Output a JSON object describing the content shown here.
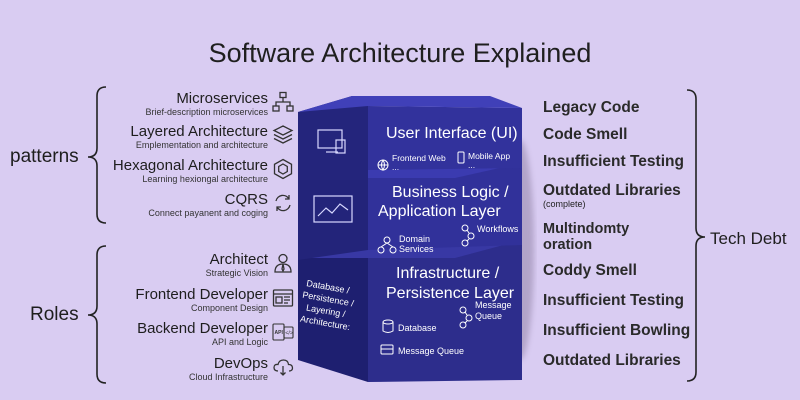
{
  "title": "Software Architecture Explained",
  "patterns": {
    "label": "patterns",
    "items": [
      {
        "name": "Microservices",
        "sub": "Brief-description microservices",
        "icon": "hierarchy-icon"
      },
      {
        "name": "Layered Architecture",
        "sub": "Emplementation and architecture",
        "icon": "layers-icon"
      },
      {
        "name": "Hexagonal Architecture",
        "sub": "Learning hexiongal architecture",
        "icon": "hexagon-icon"
      },
      {
        "name": "CQRS",
        "sub": "Connect payanent and coging",
        "icon": "sync-arrows-icon"
      }
    ]
  },
  "roles": {
    "label": "Roles",
    "items": [
      {
        "name": "Architect",
        "sub": "Strategic Vision",
        "icon": "person-icon"
      },
      {
        "name": "Frontend Developer",
        "sub": "Component Design",
        "icon": "browser-window-icon"
      },
      {
        "name": "Backend Developer",
        "sub": "API and Logic",
        "icon": "api-code-icon"
      },
      {
        "name": "DevOps",
        "sub": "Cloud Infrastructure",
        "icon": "cloud-icon"
      }
    ]
  },
  "layers": {
    "ui": {
      "title_line1": "User Interface (UI)",
      "frontend": "Frontend Web",
      "mobile": "Mobile App",
      "ellipsis": "..."
    },
    "business": {
      "title_line1": "Business Logic /",
      "title_line2": "Application Layer",
      "domain_line1": "Domain",
      "domain_line2": "Services",
      "workflows": "Workflows"
    },
    "infra": {
      "title_line1": "Infrastructure /",
      "title_line2": "Persistence Layer",
      "database": "Database",
      "mq_line1": "Message",
      "mq_line2": "Queue",
      "message_queue": "Message Queue"
    },
    "side_text": [
      "Database /",
      "Persistence /",
      "Layering /",
      "Architecture:"
    ]
  },
  "tech_debt": {
    "label": "Tech Debt",
    "items": [
      {
        "name": "Legacy Code"
      },
      {
        "name": "Code Smell"
      },
      {
        "name": "Insufficient Testing"
      },
      {
        "name": "Outdated Libraries",
        "sub": "(complete)"
      },
      {
        "name": "Multindomty",
        "name2": "oration"
      },
      {
        "name": "Coddy Smell"
      },
      {
        "name": "Insufficient Testing"
      },
      {
        "name": "Insufficient Bowling"
      },
      {
        "name": "Outdated Libraries"
      }
    ]
  },
  "colors": {
    "background": "#d9ccf2",
    "layer_front": "#2c2c8a",
    "layer_top": "#3b3aa8",
    "layer_side": "#1d1d6a"
  }
}
